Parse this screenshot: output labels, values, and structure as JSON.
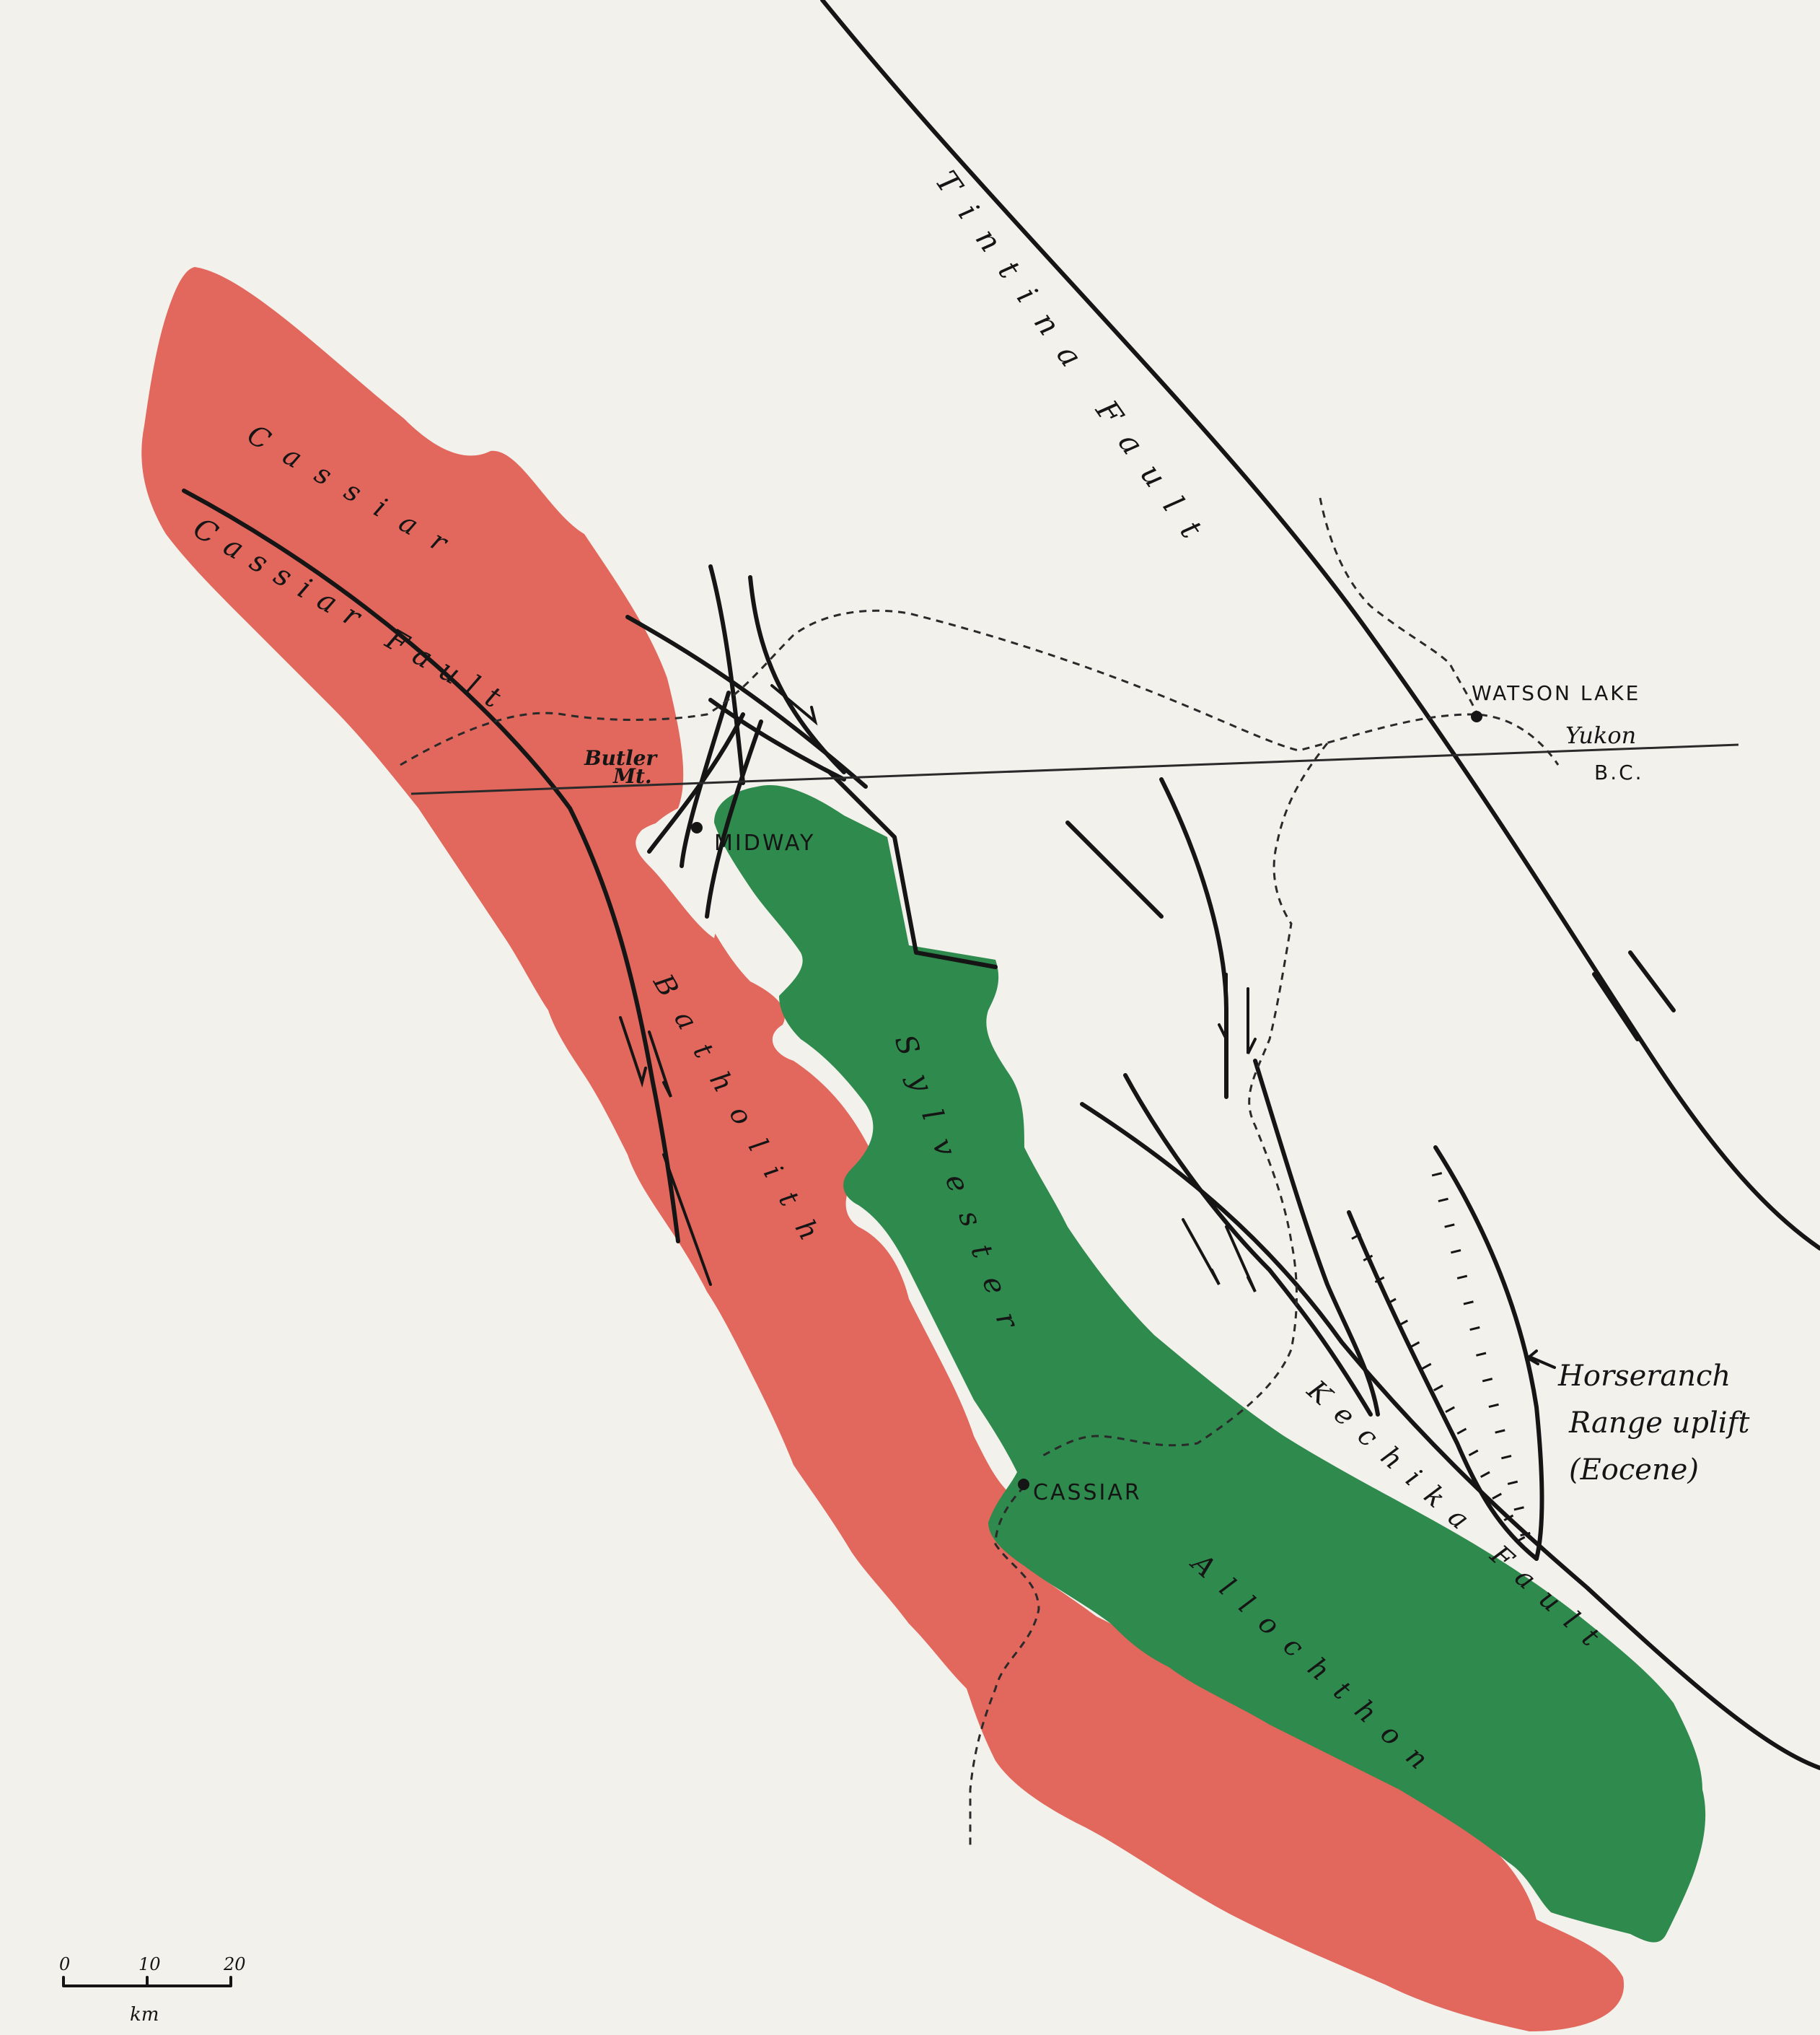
{
  "labels": {
    "tintina_fault": "Tintina Fault",
    "cassiar_fault": "Cassiar Fault",
    "kechika_fault": "Kechika Fault",
    "cassiar_batholith_word1": "Cassiar",
    "cassiar_batholith_word2": "Batholith",
    "sylvester_word1": "Sylvester",
    "sylvester_word2": "Allochthon",
    "butler_mt_line1": "Butler",
    "butler_mt_line2": "Mt.",
    "midway": "MIDWAY",
    "cassiar_town": "CASSIAR",
    "watson_lake": "WATSON LAKE",
    "yukon": "Yukon",
    "bc": "B.C.",
    "horseranch_line1": "Horseranch",
    "horseranch_line2": "Range uplift",
    "horseranch_line3": "(Eocene)"
  },
  "scale_bar": {
    "ticks": [
      "0",
      "10",
      "20"
    ],
    "unit": "km"
  },
  "colors": {
    "batholith": "#e2675c",
    "allochthon": "#2f8a4d",
    "background": "#f2f1ec",
    "line": "#151515"
  }
}
